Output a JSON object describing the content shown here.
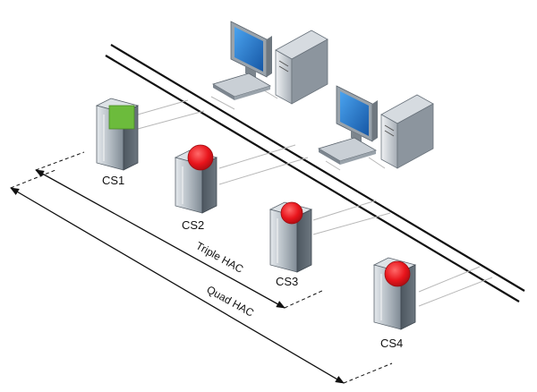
{
  "servers": [
    {
      "id": "cs1",
      "label": "CS1",
      "status": "ok"
    },
    {
      "id": "cs2",
      "label": "CS2",
      "status": "alert"
    },
    {
      "id": "cs3",
      "label": "CS3",
      "status": "alert"
    },
    {
      "id": "cs4",
      "label": "CS4",
      "status": "alert"
    }
  ],
  "ranges": {
    "triple": "Triple HAC",
    "quad": "Quad HAC"
  },
  "colors": {
    "ok": "#6cbb3c",
    "alert": "#e8141b",
    "tower_dark": "#5c6670",
    "tower_light": "#c9d0d6",
    "screen": "#2a7fd0",
    "line": "#111111"
  },
  "icons": {
    "server": "server-tower-icon",
    "workstation": "desktop-computer-icon",
    "ok": "green-square-status-icon",
    "alert": "red-circle-status-icon"
  }
}
